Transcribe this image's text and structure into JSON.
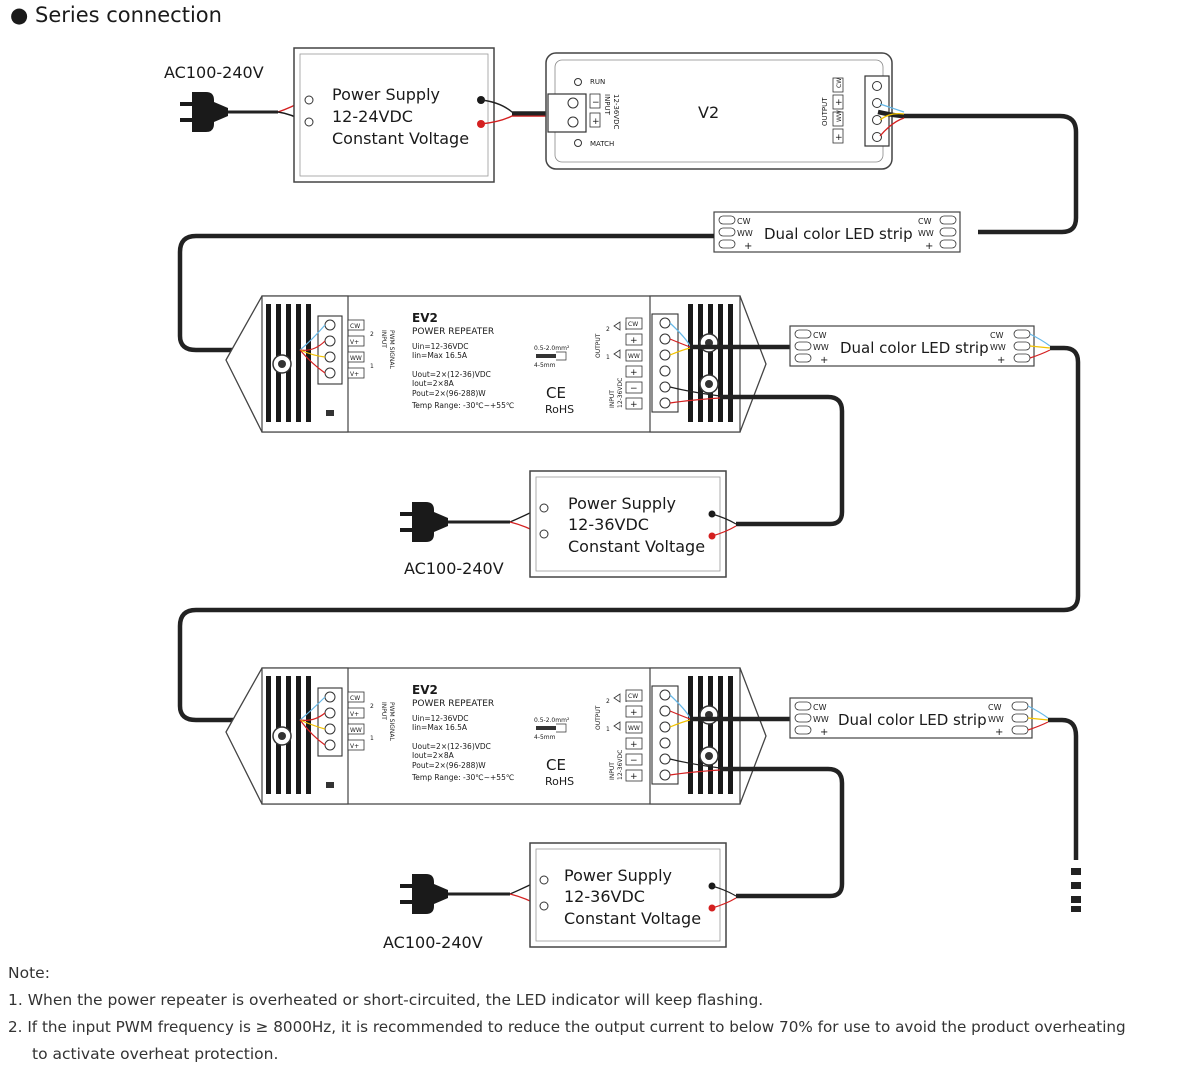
{
  "heading": "● Series connection",
  "ac_label": "AC100-240V",
  "psu_top": {
    "line1": "Power Supply",
    "line2": "12-24VDC",
    "line3": "Constant Voltage"
  },
  "psu_rep": {
    "line1": "Power Supply",
    "line2": "12-36VDC",
    "line3": "Constant Voltage"
  },
  "v2": {
    "name": "V2",
    "run": "RUN",
    "match": "MATCH",
    "input_label": "INPUT",
    "input_volts": "12-36VDC",
    "output_label": "OUTPUT",
    "minus": "−",
    "plus": "+",
    "cw": "CW",
    "ww": "WW"
  },
  "strip": {
    "label": "Dual color LED strip",
    "cw": "CW",
    "ww": "WW",
    "plus": "+"
  },
  "ev2": {
    "name": "EV2",
    "subtitle": "POWER REPEATER",
    "specs": [
      "Uin=12-36VDC",
      "Iin=Max 16.5A",
      "",
      "Uout=2×(12-36)VDC",
      "Iout=2×8A",
      "Pout=2×(96-288)W",
      "Temp Range: -30℃~+55℃"
    ],
    "wire": "0.5-2.0mm²",
    "strip_len": "4-5mm",
    "ce": "CE",
    "rohs": "RoHS",
    "input_pwm": "INPUT",
    "pwm_signal": "PWM SIGNAL",
    "output_label": "OUTPUT",
    "input12": "INPUT",
    "input12b": "12-36VDC",
    "cw": "CW",
    "ww": "WW",
    "vplus": "V+",
    "minus": "−",
    "plus": "+",
    "n1": "1",
    "n2": "2"
  },
  "notes": {
    "title": "Note:",
    "items": [
      "1. When the power repeater is overheated or short-circuited, the LED indicator will keep flashing.",
      "2. If the input PWM frequency is ≥ 8000Hz, it is recommended to reduce the output current to below 70% for use to avoid the product overheating",
      "to activate overheat protection."
    ]
  },
  "colors": {
    "cable": "#222222",
    "red_wire": "#d42020",
    "yellow_wire": "#f2c200",
    "blue_wire": "#66b8e8",
    "outline": "#333333"
  }
}
